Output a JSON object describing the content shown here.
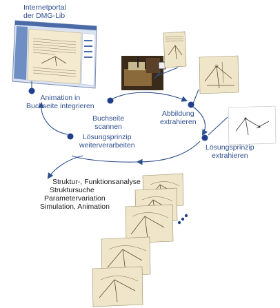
{
  "labels": {
    "portal_line1": "Internetportal",
    "portal_line2": "der  DMG-Lib",
    "animation_line1": "Animation in",
    "animation_line2": "Buchseite integrieren",
    "scan_line1": "Buchseite",
    "scan_line2": "scannen",
    "extract_image_line1": "Abbildung",
    "extract_image_line2": "extrahieren",
    "loesung_weiter_line1": "Lösungsprinzip",
    "loesung_weiter_line2": "weiterverarbeiten",
    "loesung_extract_line1": "Lösungsprinzip",
    "loesung_extract_line2": "extrahieren",
    "analysis_line1": "Struktur-, Funktionsanalyse",
    "analysis_line2": "Struktursuche",
    "analysis_line3": "Parametervariation",
    "analysis_line4": "Simulation, Animation"
  },
  "colors": {
    "arrow": "#2e4f8f",
    "node": "#1f3f8a",
    "paper": "#efe5c8",
    "drawing": "#5c4a32"
  }
}
